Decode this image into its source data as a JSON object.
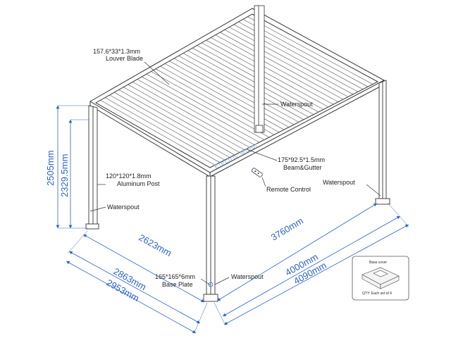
{
  "labels": {
    "louver_size": "157.6*33*1.3mm",
    "louver_name": "Louver Blade",
    "waterspout_top": "Waterspout",
    "beam_size": "175*92.5*1.5mm",
    "beam_name": "Beam&Gutter",
    "motor_brand": "Electric Motor",
    "remote": "Remote Control",
    "waterspout_right": "Waterspout",
    "post_size": "120*120*1.8mm",
    "post_name": "Aluminum Post",
    "waterspout_left": "Waterspout",
    "base_size": "165*165*6mm",
    "base_name": "Base Plate",
    "waterspout_bottom": "Waterspout"
  },
  "dimensions": {
    "height_outer": "2505mm",
    "height_inner": "2329.5mm",
    "width_inner": "2623mm",
    "width_mid": "2863mm",
    "width_outer": "2953mm",
    "length_inner": "3760mm",
    "length_mid": "4000mm",
    "length_outer": "4090mm"
  },
  "inset": {
    "title": "Base cover",
    "qty": "QTY:  Each set of 4"
  },
  "colors": {
    "line": "#333333",
    "dimension": "#2b62c9",
    "brand": "#8fb8e8"
  }
}
